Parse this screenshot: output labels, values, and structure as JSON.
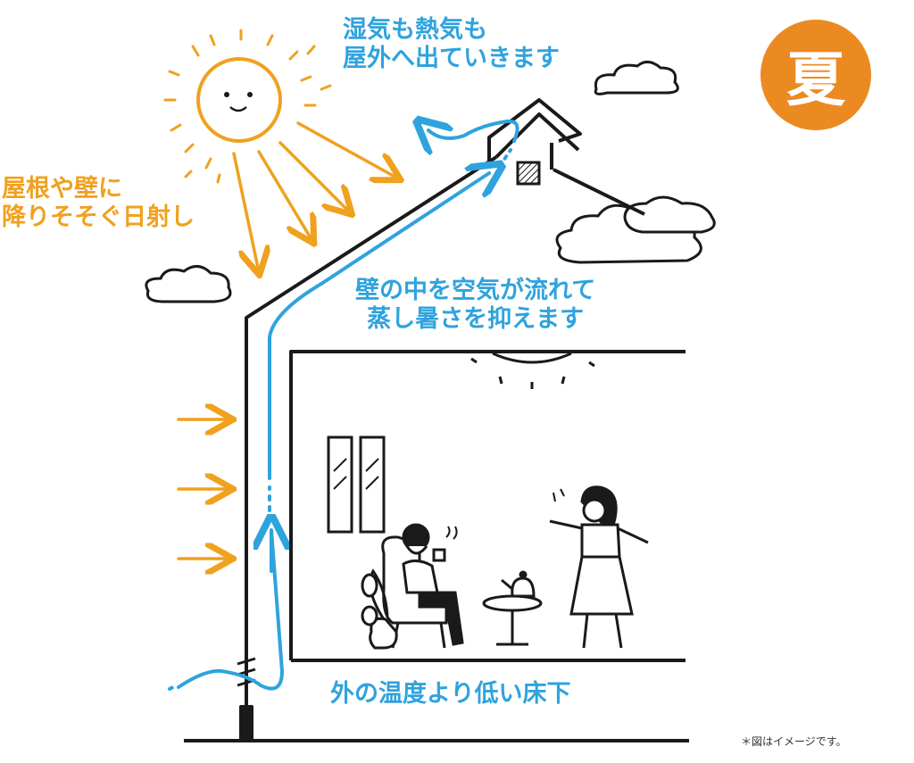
{
  "season": "夏",
  "labels": {
    "exhaust": [
      "湿気も熱気も",
      "屋外へ出ていきます"
    ],
    "sunlight": [
      "屋根や壁に",
      "降りそそぐ日射し"
    ],
    "wall_flow": [
      "壁の中を空気が流れて",
      "蒸し暑さを抑えます"
    ],
    "underfloor": "外の温度より低い床下"
  },
  "note": "＊図はイメージです。",
  "colors": {
    "air_flow": "#2fa3dd",
    "sunlight": "#f0a11e",
    "badge": "#ec8a22",
    "outline": "#1a1a1a"
  },
  "icons": [
    "sun-icon",
    "cloud-icon",
    "airflow-arrow-icon",
    "sunray-arrow-icon",
    "ceiling-lamp-icon",
    "window-icon",
    "person-icon",
    "armchair-icon",
    "side-table-icon",
    "teapot-icon",
    "plant-icon"
  ]
}
